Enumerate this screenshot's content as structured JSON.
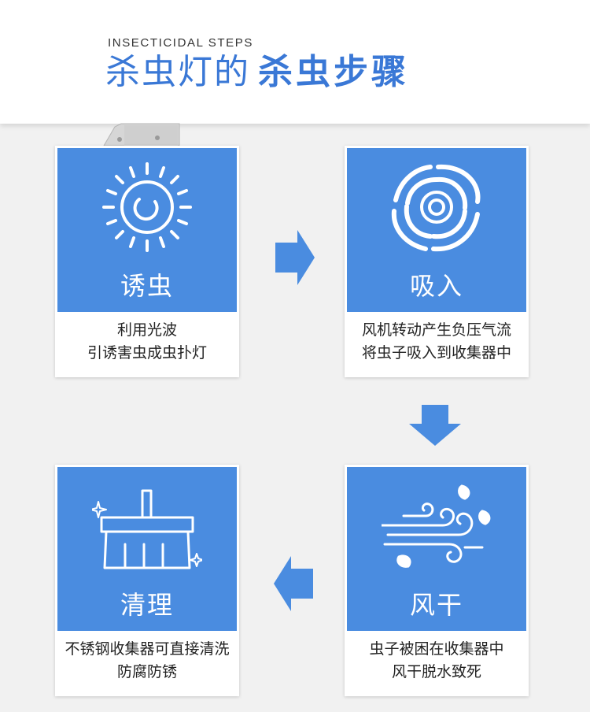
{
  "header": {
    "subtitle": "INSECTICIDAL STEPS",
    "title_light": "杀虫灯的",
    "title_bold": "杀虫步骤"
  },
  "steps": [
    {
      "label": "诱虫",
      "desc_line1": "利用光波",
      "desc_line2": "引诱害虫成虫扑灯",
      "icon": "sun-icon"
    },
    {
      "label": "吸入",
      "desc_line1": "风机转动产生负压气流",
      "desc_line2": "将虫子吸入到收集器中",
      "icon": "vortex-icon"
    },
    {
      "label": "风干",
      "desc_line1": "虫子被困在收集器中",
      "desc_line2": "风干脱水致死",
      "icon": "wind-icon"
    },
    {
      "label": "清理",
      "desc_line1": "不锈钢收集器可直接清洗",
      "desc_line2": "防腐防锈",
      "icon": "broom-icon"
    }
  ],
  "colors": {
    "accent": "#4a8ce0",
    "title": "#3a78d6",
    "text": "#222222"
  }
}
